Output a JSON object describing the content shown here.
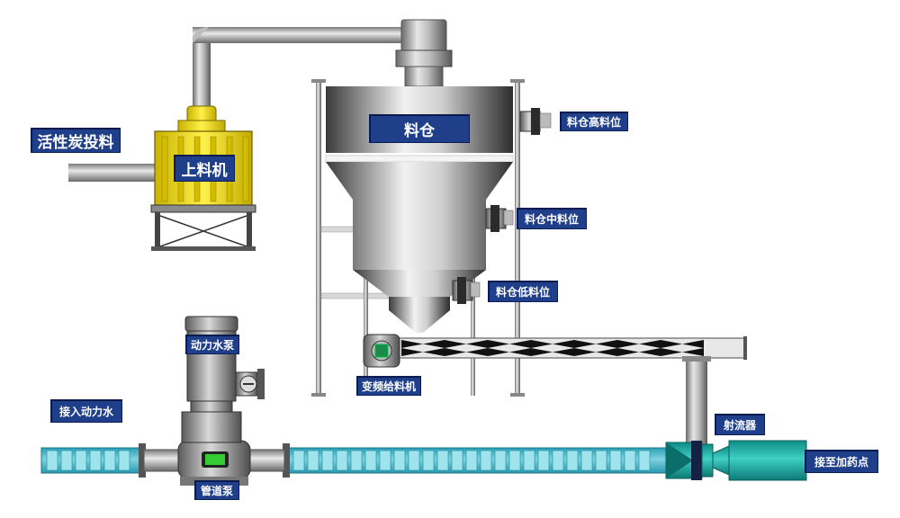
{
  "labels": {
    "activated_carbon_feed": "活性炭投料",
    "loader": "上料机",
    "silo": "料仓",
    "silo_high_level": "料仓高料位",
    "silo_mid_level": "料仓中料位",
    "silo_low_level": "料仓低料位",
    "vfd_feeder": "变频给料机",
    "power_water_pump": "动力水泵",
    "power_water_inlet": "接入动力水",
    "pipeline_pump": "管道泵",
    "ejector": "射流器",
    "to_dosing_point": "接至加药点"
  },
  "colors": {
    "label_bg": "#1f3f8a",
    "loader_yellow": "#f0dc16",
    "water_pipe": "#3fb5c9",
    "ejector_teal": "#1aa7a0",
    "steel": "#9a9a9a"
  }
}
